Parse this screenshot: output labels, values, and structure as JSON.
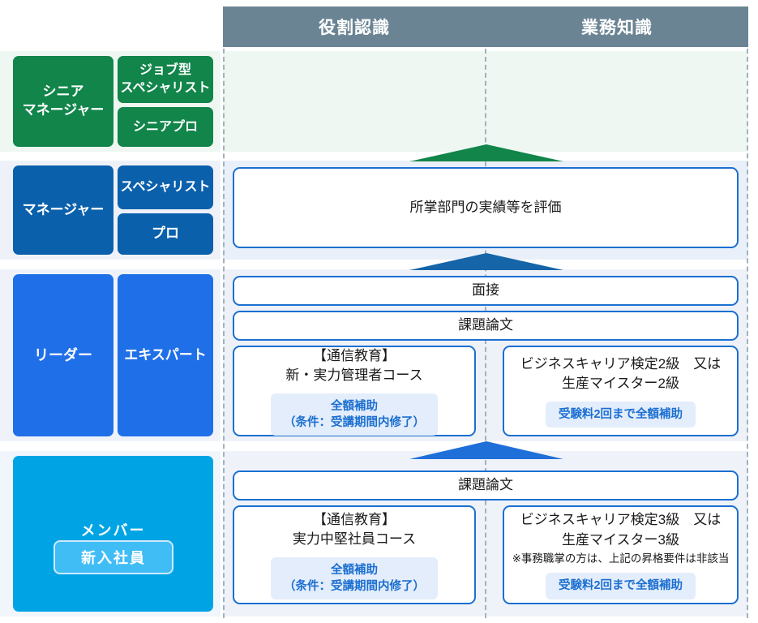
{
  "columns": [
    {
      "id": "role-awareness",
      "label": "役割認識"
    },
    {
      "id": "business-knowledge",
      "label": "業務知識"
    }
  ],
  "colors": {
    "header_bar": "#6b8494",
    "senior_manager": "#11854a",
    "manager": "#0b60ac",
    "leader": "#1f6fe8",
    "member": "#00a4e4",
    "new_employee_chip": "#41bdf5",
    "card_border": "#1b6fd1",
    "subsidy_text": "#1b6fd1",
    "subsidy_bg": "#e4edfb",
    "arrow_green": "#11854a",
    "arrow_dark_blue": "#1565a8",
    "arrow_blue": "#1f6fd9",
    "divider_dashed": "#9fb3bf"
  },
  "ranks": [
    {
      "id": "senior-manager",
      "main": "シニア\nマネージャー",
      "sub": [
        "ジョブ型\nスペシャリスト",
        "シニアプロ"
      ]
    },
    {
      "id": "manager",
      "main": "マネージャー",
      "sub": [
        "スペシャリスト",
        "プロ"
      ]
    },
    {
      "id": "leader",
      "main": "リーダー",
      "sub": [
        "エキスパート"
      ]
    },
    {
      "id": "member",
      "main": "メンバー",
      "chip": "新入社員"
    }
  ],
  "rows": {
    "manager": {
      "full_card": "所掌部門の実績等を評価"
    },
    "leader": {
      "full_cards": [
        "面接",
        "課題論文"
      ],
      "left_card": {
        "title": "【通信教育】\n新・実力管理者コース",
        "subsidy": "全額補助\n（条件：受講期間内修了）"
      },
      "right_card": {
        "title": "ビジネスキャリア検定2級　又は\n生産マイスター2級",
        "subsidy": "受験料2回まで全額補助"
      }
    },
    "member": {
      "full_cards": [
        "課題論文"
      ],
      "left_card": {
        "title": "【通信教育】\n実力中堅社員コース",
        "subsidy": "全額補助\n（条件：受講期間内修了）"
      },
      "right_card": {
        "title": "ビジネスキャリア検定3級　又は\n生産マイスター3級",
        "note": "※事務職掌の方は、上記の昇格要件は非該当",
        "subsidy": "受験料2回まで全額補助"
      }
    }
  },
  "arrows": [
    {
      "id": "arrow-to-senior-manager",
      "color": "#11854a"
    },
    {
      "id": "arrow-to-manager",
      "color": "#1565a8"
    },
    {
      "id": "arrow-to-leader",
      "color": "#1f6fd9"
    }
  ]
}
